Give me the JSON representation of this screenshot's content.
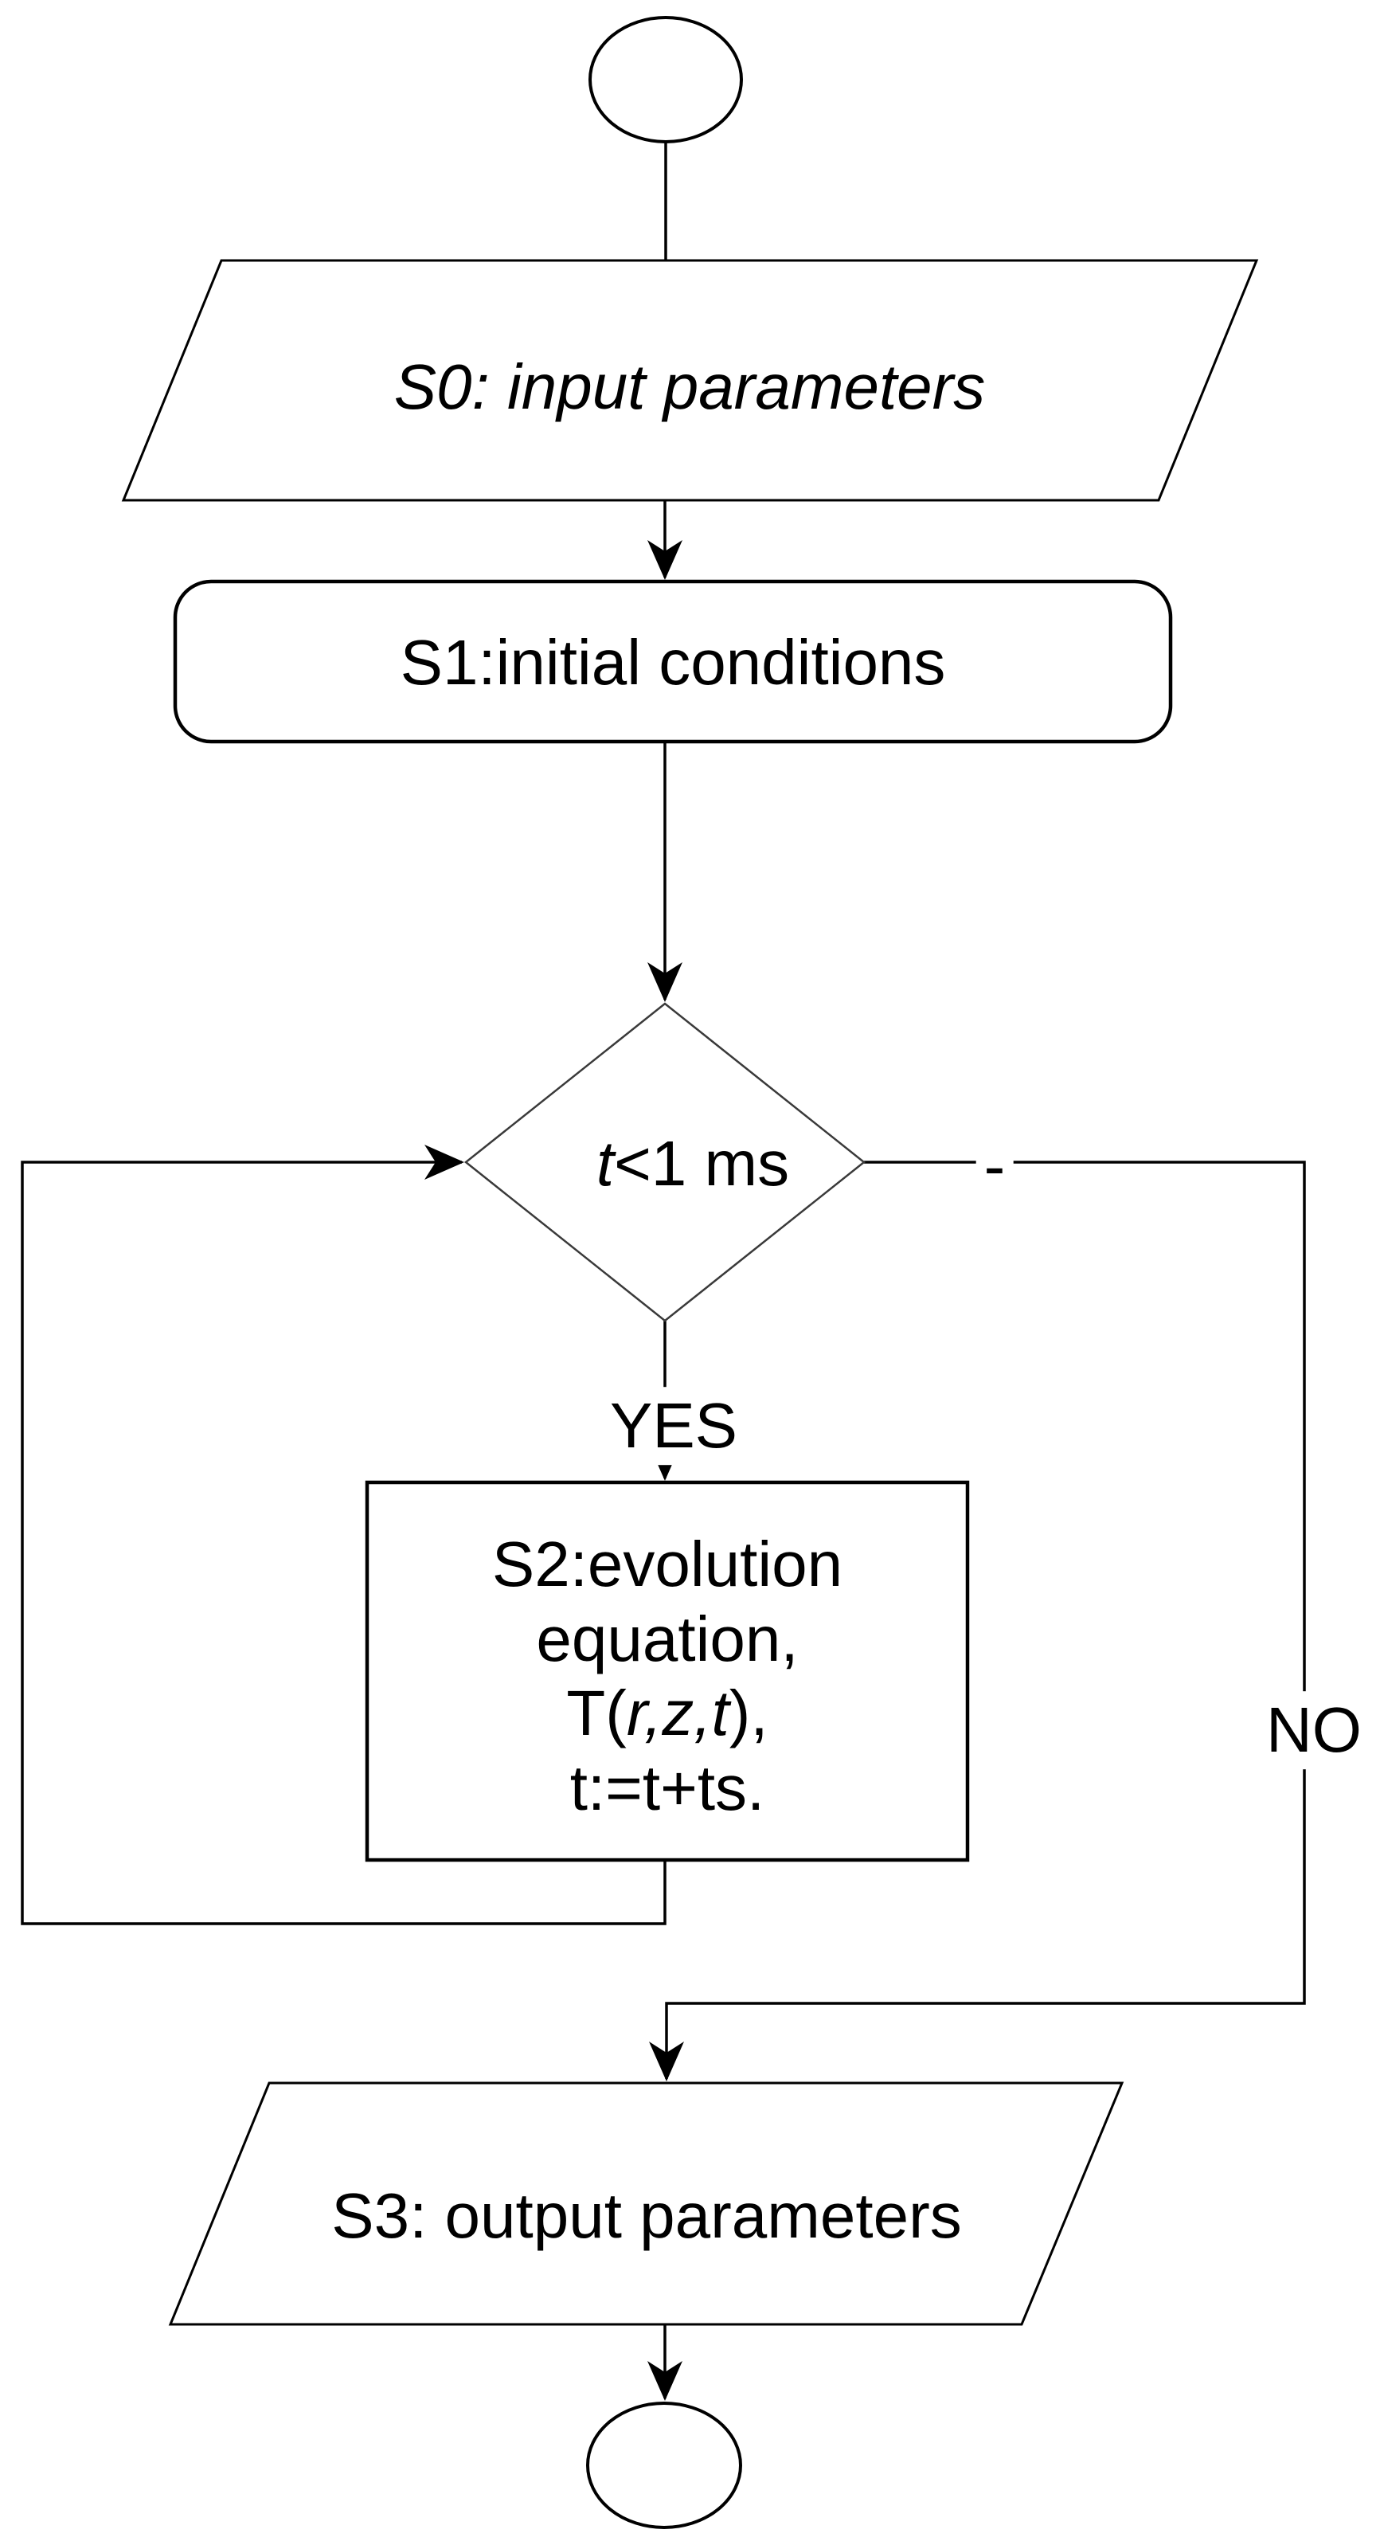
{
  "title": "Algorithm flowchart",
  "colors": {
    "stroke": "#000000",
    "diamond_stroke": "#3a3a3a",
    "text": "#000000",
    "background": "#ffffff"
  },
  "nodes": {
    "start": {
      "type": "terminator"
    },
    "s0": {
      "label": "S0: input parameters"
    },
    "s1": {
      "label": "S1:initial conditions"
    },
    "decision": {
      "var": "t",
      "condition": "<1 ms"
    },
    "s2": {
      "line1": "S2:evolution",
      "line2": "equation,",
      "line3_pre": "T(",
      "line3_vars": "r,z,t",
      "line3_post": "),",
      "line4": "t:=t+ts."
    },
    "s3": {
      "label": "S3: output parameters"
    },
    "end": {
      "type": "terminator"
    }
  },
  "edges": {
    "yes": "YES",
    "no": "NO",
    "dash": "-"
  }
}
